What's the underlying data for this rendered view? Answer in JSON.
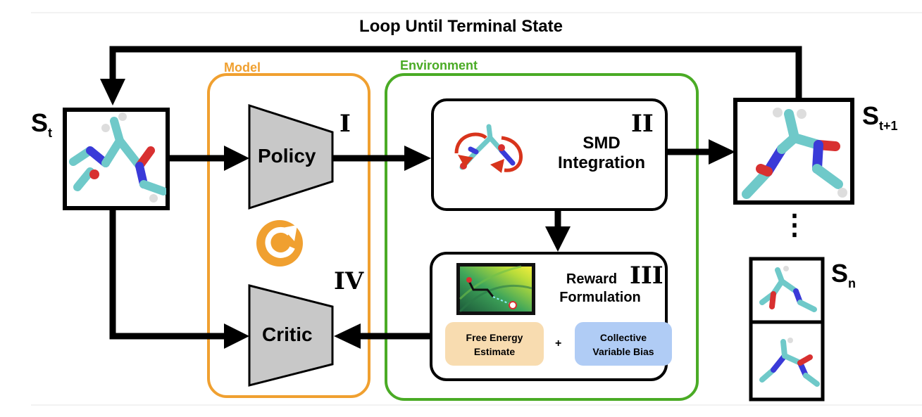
{
  "title": "Loop Until Terminal State",
  "model": {
    "label": "Model",
    "color": "#f0a030"
  },
  "environment": {
    "label": "Environment",
    "color": "#4aab25"
  },
  "states": {
    "current_base": "S",
    "current_sub": "t",
    "next_base": "S",
    "next_sub": "t+1",
    "final_base": "S",
    "final_sub": "n",
    "ellipsis": "⋮"
  },
  "policy": {
    "label": "Policy",
    "numeral": "I"
  },
  "critic": {
    "label": "Critic",
    "numeral": "IV"
  },
  "smd": {
    "line1": "SMD",
    "line2": "Integration",
    "numeral": "II"
  },
  "reward": {
    "line1": "Reward",
    "line2": "Formulation",
    "numeral": "III",
    "free_energy_line1": "Free Energy",
    "free_energy_line2": "Estimate",
    "plus": "+",
    "cv_bias_line1": "Collective",
    "cv_bias_line2": "Variable Bias"
  },
  "colors": {
    "free_energy_fill": "#f8dcb0",
    "cv_bias_fill": "#b0ccf5",
    "trapezoid_fill": "#c8c8c8",
    "molecule_carbon": "#6fc9c9",
    "molecule_nitrogen": "#3a3ad8",
    "molecule_oxygen": "#d83030",
    "smd_arrow": "#d8341c"
  }
}
